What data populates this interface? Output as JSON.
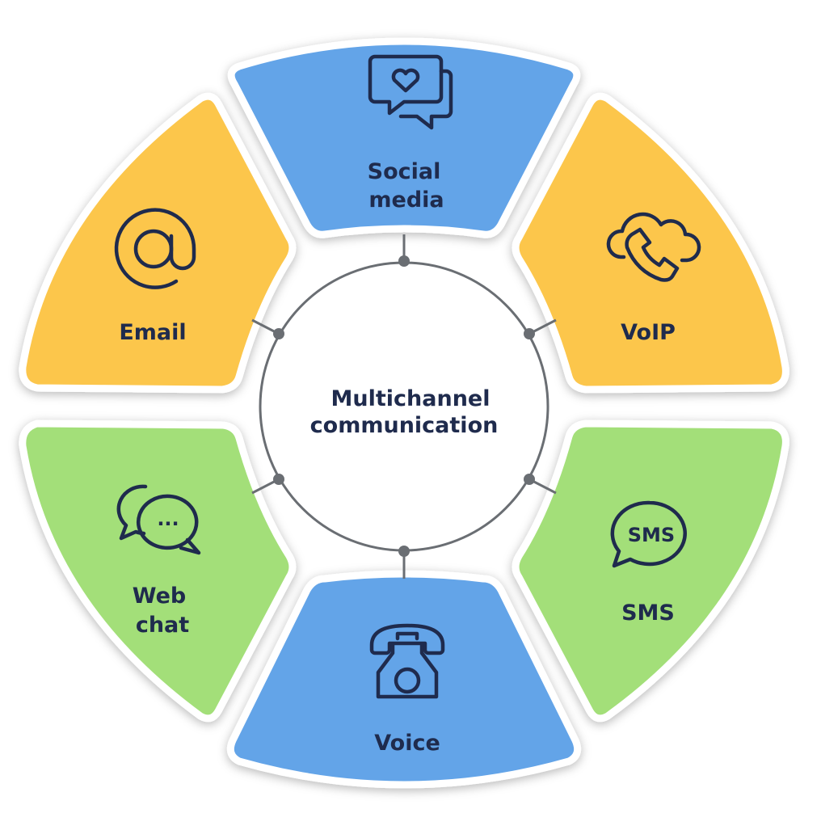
{
  "center": {
    "line1": "Multichannel",
    "line2": "communication"
  },
  "segments": [
    {
      "id": "social-media",
      "line1": "Social",
      "line2": "media",
      "icon": "chat-heart-icon",
      "color": "#63a4e8"
    },
    {
      "id": "voip",
      "line1": "VoIP",
      "icon": "cloud-phone-icon",
      "color": "#fcc64b"
    },
    {
      "id": "sms",
      "line1": "SMS",
      "icon": "sms-bubble-icon",
      "icon_text": "SMS",
      "color": "#a3df79"
    },
    {
      "id": "voice",
      "line1": "Voice",
      "icon": "rotary-phone-icon",
      "color": "#63a4e8"
    },
    {
      "id": "web-chat",
      "line1": "Web",
      "line2": "chat",
      "icon": "chat-bubbles-icon",
      "icon_text": "...",
      "color": "#a3df79"
    },
    {
      "id": "email",
      "line1": "Email",
      "icon": "at-sign-icon",
      "color": "#fcc64b"
    }
  ],
  "colors": {
    "blue": "#63a4e8",
    "yellow": "#fcc64b",
    "green": "#a3df79",
    "text": "#1f2b4d",
    "connector": "#6a6e73"
  }
}
